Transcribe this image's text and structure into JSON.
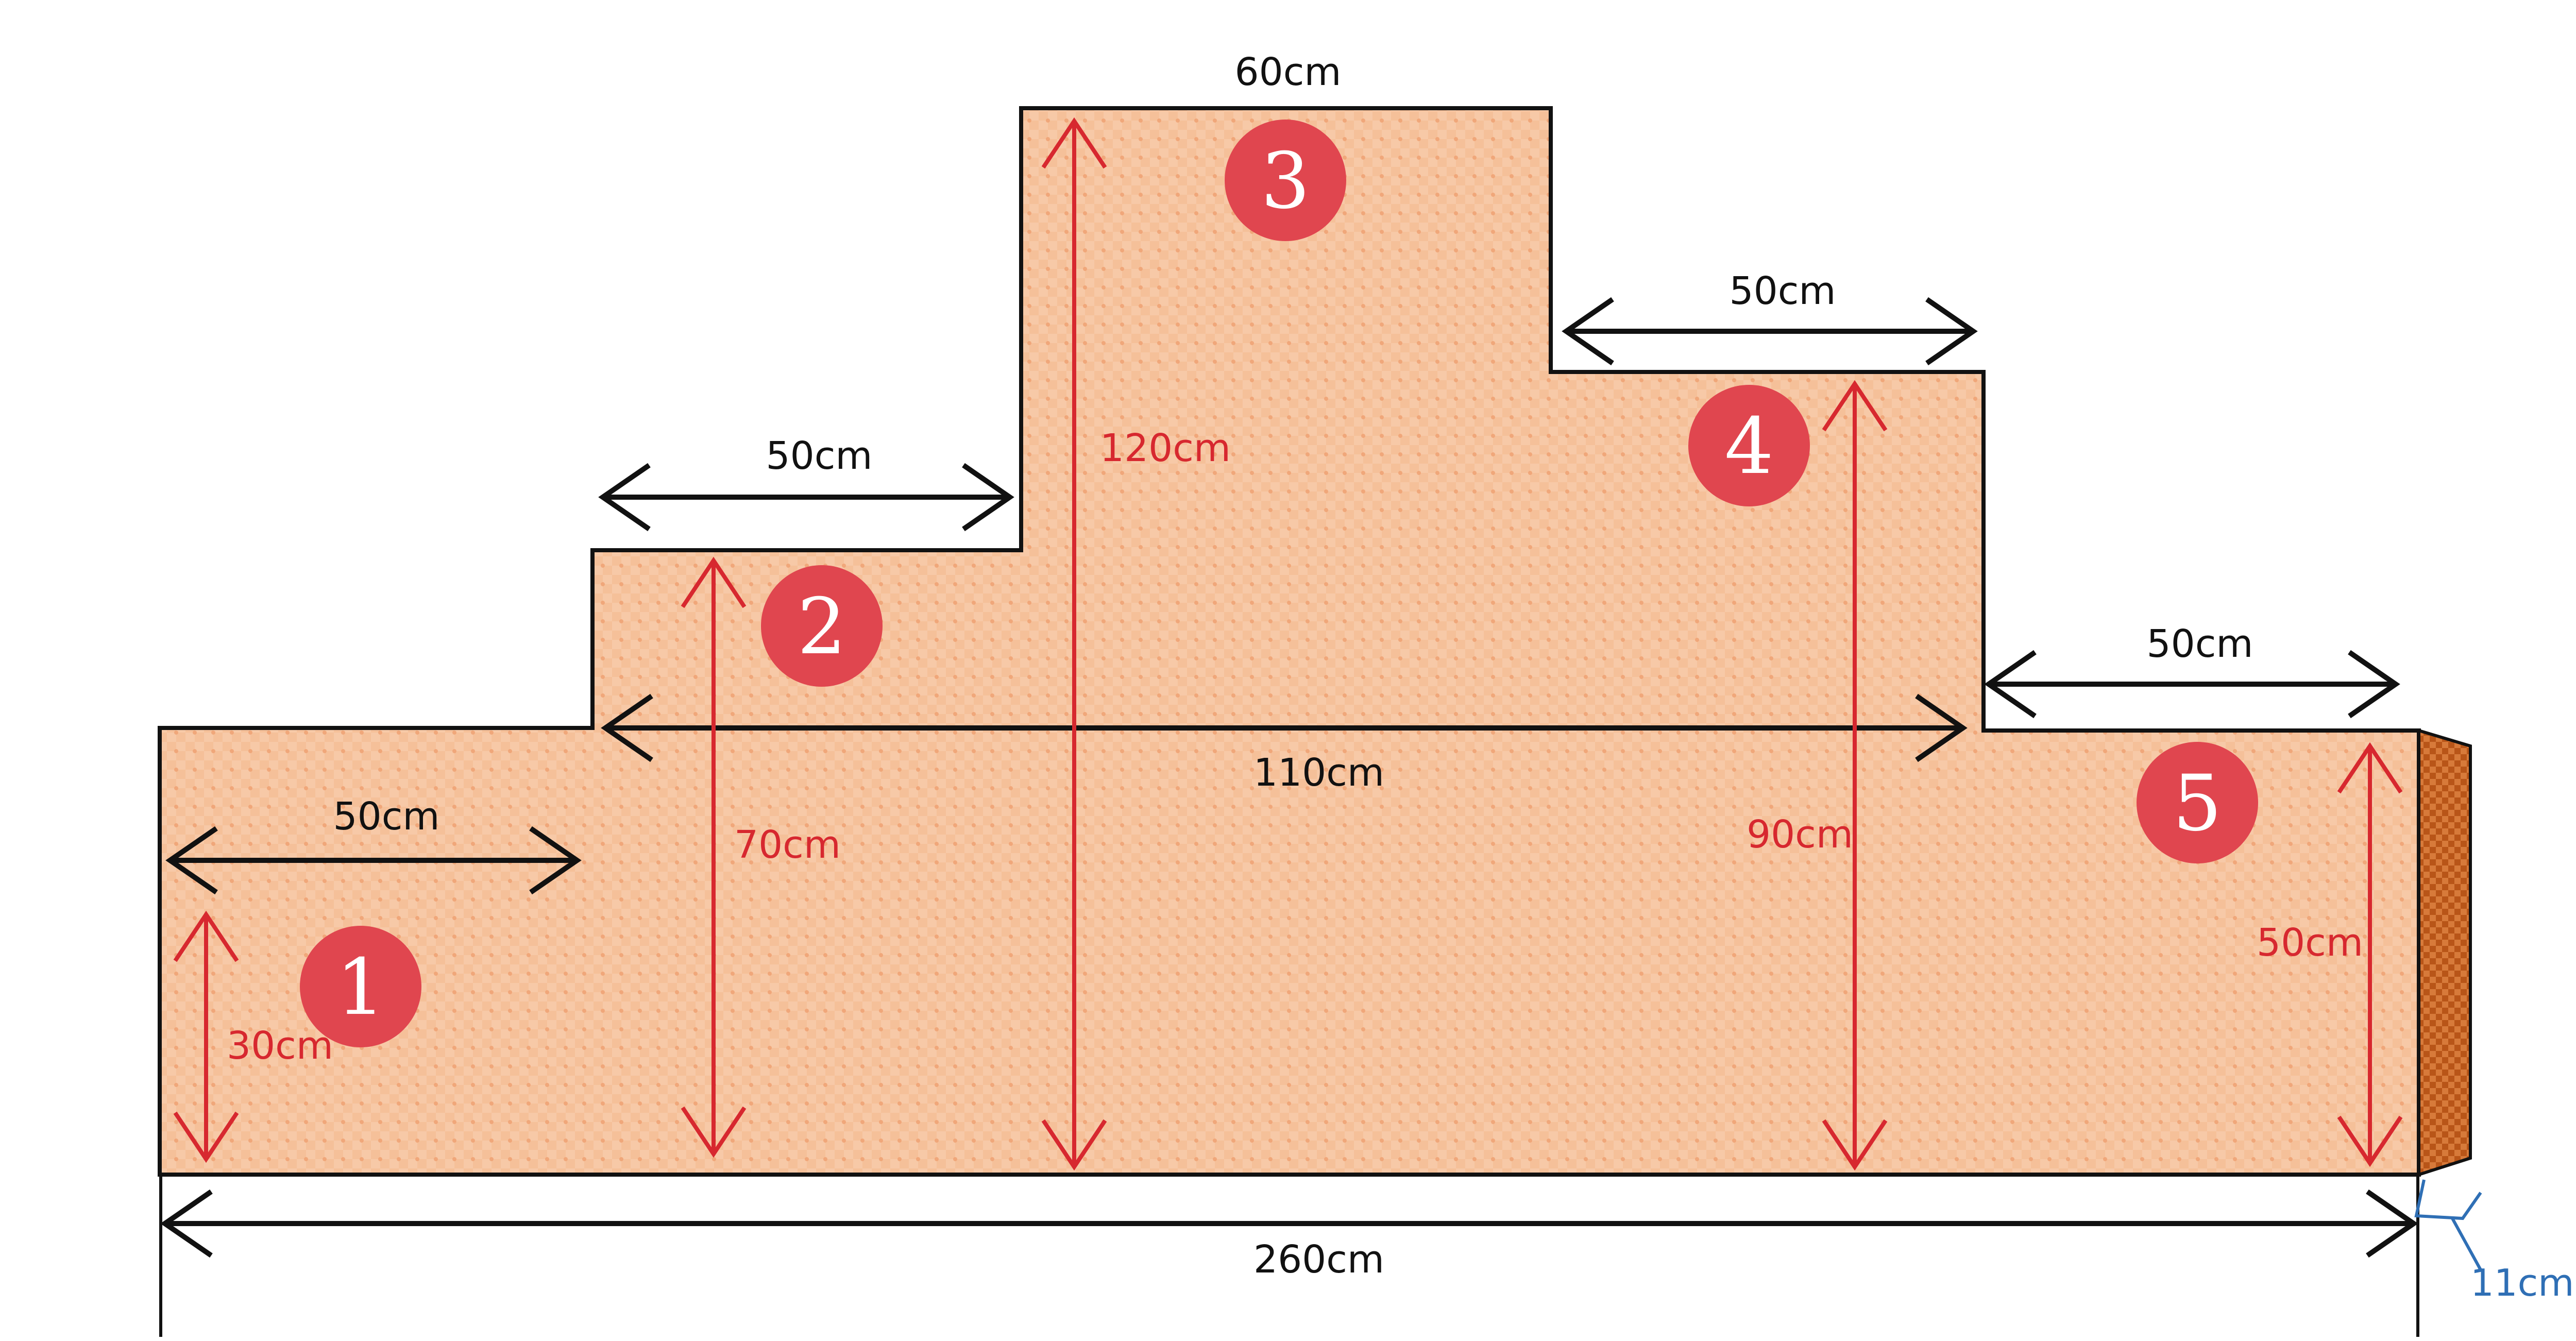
{
  "colors": {
    "fill": "#f7c9a7",
    "pattern_dot": "#efa070",
    "edge_strip": "#c8621e",
    "outline": "#111111",
    "red": "#d7282f",
    "blue": "#2f6fb5",
    "badge": "#e0464f"
  },
  "dimensions": {
    "top_60": "60cm",
    "step2_width": "50cm",
    "step4_width": "50cm",
    "step5_width": "50cm",
    "step1_width": "50cm",
    "span_110": "110cm",
    "total_260": "260cm",
    "h_120": "120cm",
    "h_70": "70cm",
    "h_90": "90cm",
    "h_30": "30cm",
    "h_50": "50cm",
    "depth_11": "11cm"
  },
  "badges": [
    "1",
    "2",
    "3",
    "4",
    "5"
  ]
}
